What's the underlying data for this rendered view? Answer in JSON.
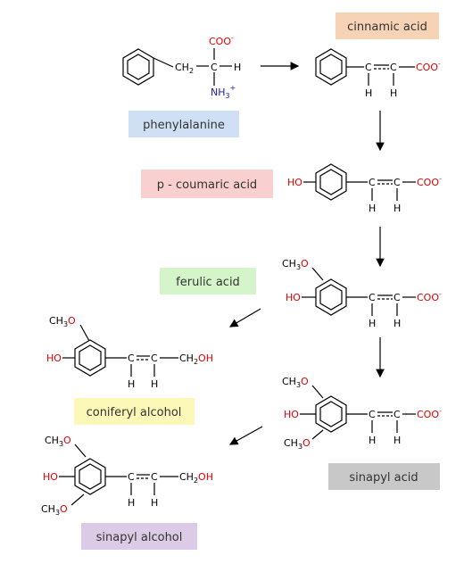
{
  "compounds": {
    "phenylalanine": {
      "name": "phenylalanine",
      "color": "#cfe0f5"
    },
    "cinnamic_acid": {
      "name": "cinnamic acid",
      "color": "#f7d3b5"
    },
    "p_coumaric_acid": {
      "name": "p - coumaric acid",
      "color": "#f9cfcf"
    },
    "ferulic_acid": {
      "name": "ferulic acid",
      "color": "#d3f5c9"
    },
    "coniferyl_alcohol": {
      "name": "coniferyl alcohol",
      "color": "#fbf8b8"
    },
    "sinapyl_acid": {
      "name": "sinapyl acid",
      "color": "#c8c8c8"
    },
    "sinapyl_alcohol": {
      "name": "sinapyl alcohol",
      "color": "#dccbe6"
    }
  },
  "atoms": {
    "coo": "COO",
    "minus": "-",
    "plus": "+",
    "h": "H",
    "c": "C",
    "ch": "CH",
    "two": "2",
    "nh": "NH",
    "three": "3",
    "ho": "HO",
    "oh": "OH",
    "o": "O",
    "ch3o_ch": "CH",
    "ch3o_o": "O"
  }
}
